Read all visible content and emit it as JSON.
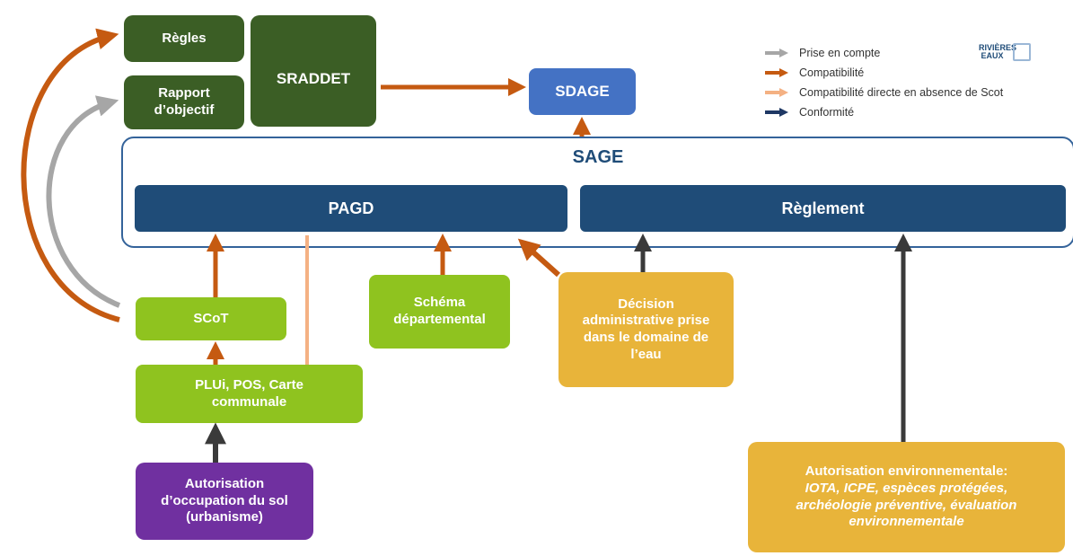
{
  "legend": {
    "items": [
      {
        "label": "Prise en compte",
        "color": "#a6a6a6"
      },
      {
        "label": "Compatibilité",
        "color": "#c55a11"
      },
      {
        "label": "Compatibilité directe en absence de Scot",
        "color": "#f4b183"
      },
      {
        "label": "Conformité",
        "color": "#1f3864"
      }
    ]
  },
  "logo": {
    "text": "RIVIÈRES EAUX"
  },
  "nodes": {
    "regles": "Règles",
    "rapport": "Rapport d’objectif",
    "sraddet": "SRADDET",
    "sdage": "SDAGE",
    "sage": "SAGE",
    "pagd": "PAGD",
    "reglement": "Règlement",
    "scot": "SCoT",
    "plui": "PLUi, POS, Carte communale",
    "schema": "Schéma départemental",
    "decision": "Décision administrative prise dans le domaine de l’eau",
    "autorisation_sol": "Autorisation d’occupation du sol (urbanisme)",
    "autorisation_env_title": "Autorisation environnementale:",
    "autorisation_env_detail": "IOTA, ICPE, espèces protégées, archéologie préventive, évaluation environnementale"
  }
}
